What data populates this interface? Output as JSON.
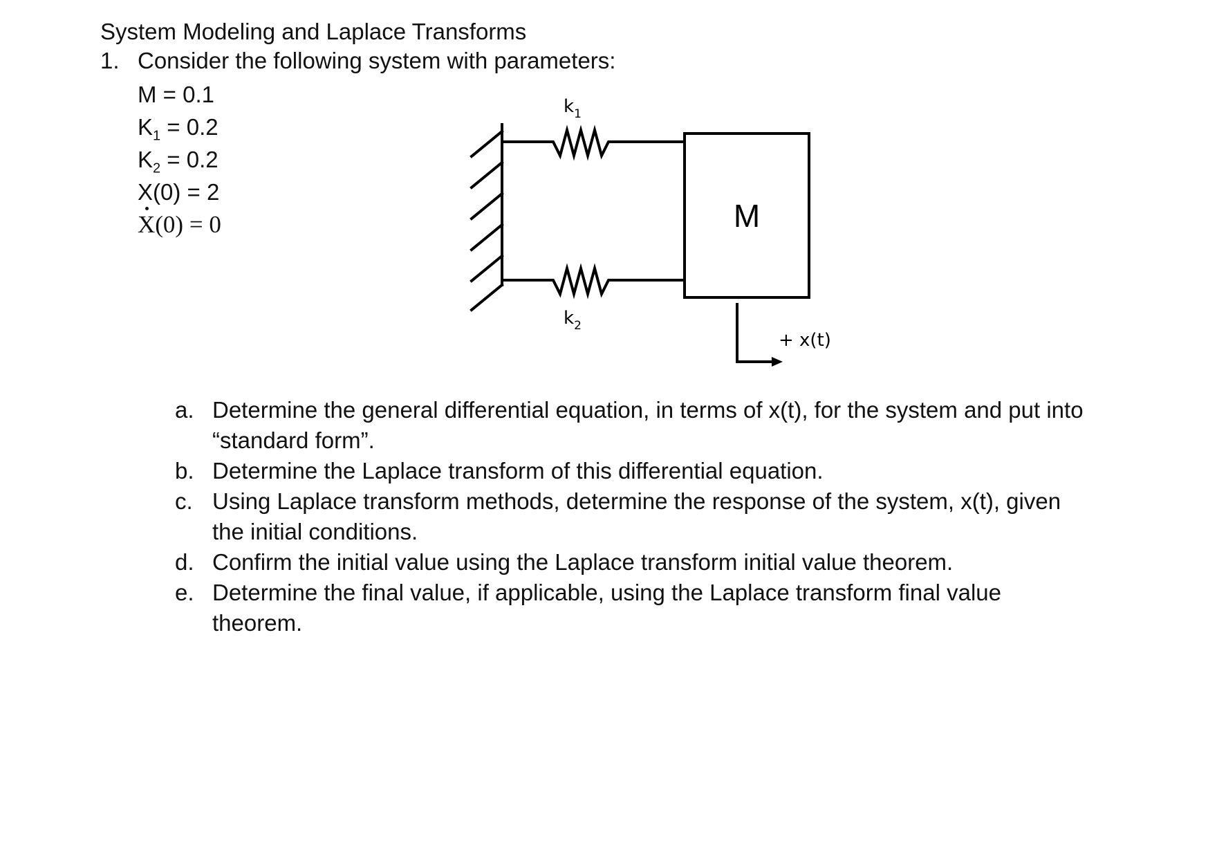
{
  "title": "System Modeling and Laplace Transforms",
  "question": {
    "number": "1.",
    "text": "Consider the following system with parameters:"
  },
  "parameters": {
    "m": {
      "text": "M = 0.1"
    },
    "k1": {
      "base": "K",
      "sub": "1",
      "rest": " = 0.2"
    },
    "k2": {
      "base": "K",
      "sub": "2",
      "rest": " = 0.2"
    },
    "x0": {
      "text": "X(0) = 2"
    },
    "xdot0": {
      "base": "X",
      "rest": "(0) = 0"
    }
  },
  "diagram": {
    "spring_top_label": {
      "base": "k",
      "sub": "1"
    },
    "spring_bottom_label": {
      "base": "k",
      "sub": "2"
    },
    "mass_label": "M",
    "displacement_label": "+ x(t)"
  },
  "tasks": [
    {
      "letter": "a.",
      "text": "Determine the general differential equation, in terms of x(t), for the system and put into “standard form”."
    },
    {
      "letter": "b.",
      "text": "Determine the Laplace transform of this differential equation."
    },
    {
      "letter": "c.",
      "text": "Using Laplace transform methods, determine the response of the system, x(t), given the initial conditions."
    },
    {
      "letter": "d.",
      "text": "Confirm the initial value using the Laplace transform initial value theorem."
    },
    {
      "letter": "e.",
      "text": "Determine the final value, if applicable, using the Laplace transform final value theorem."
    }
  ]
}
